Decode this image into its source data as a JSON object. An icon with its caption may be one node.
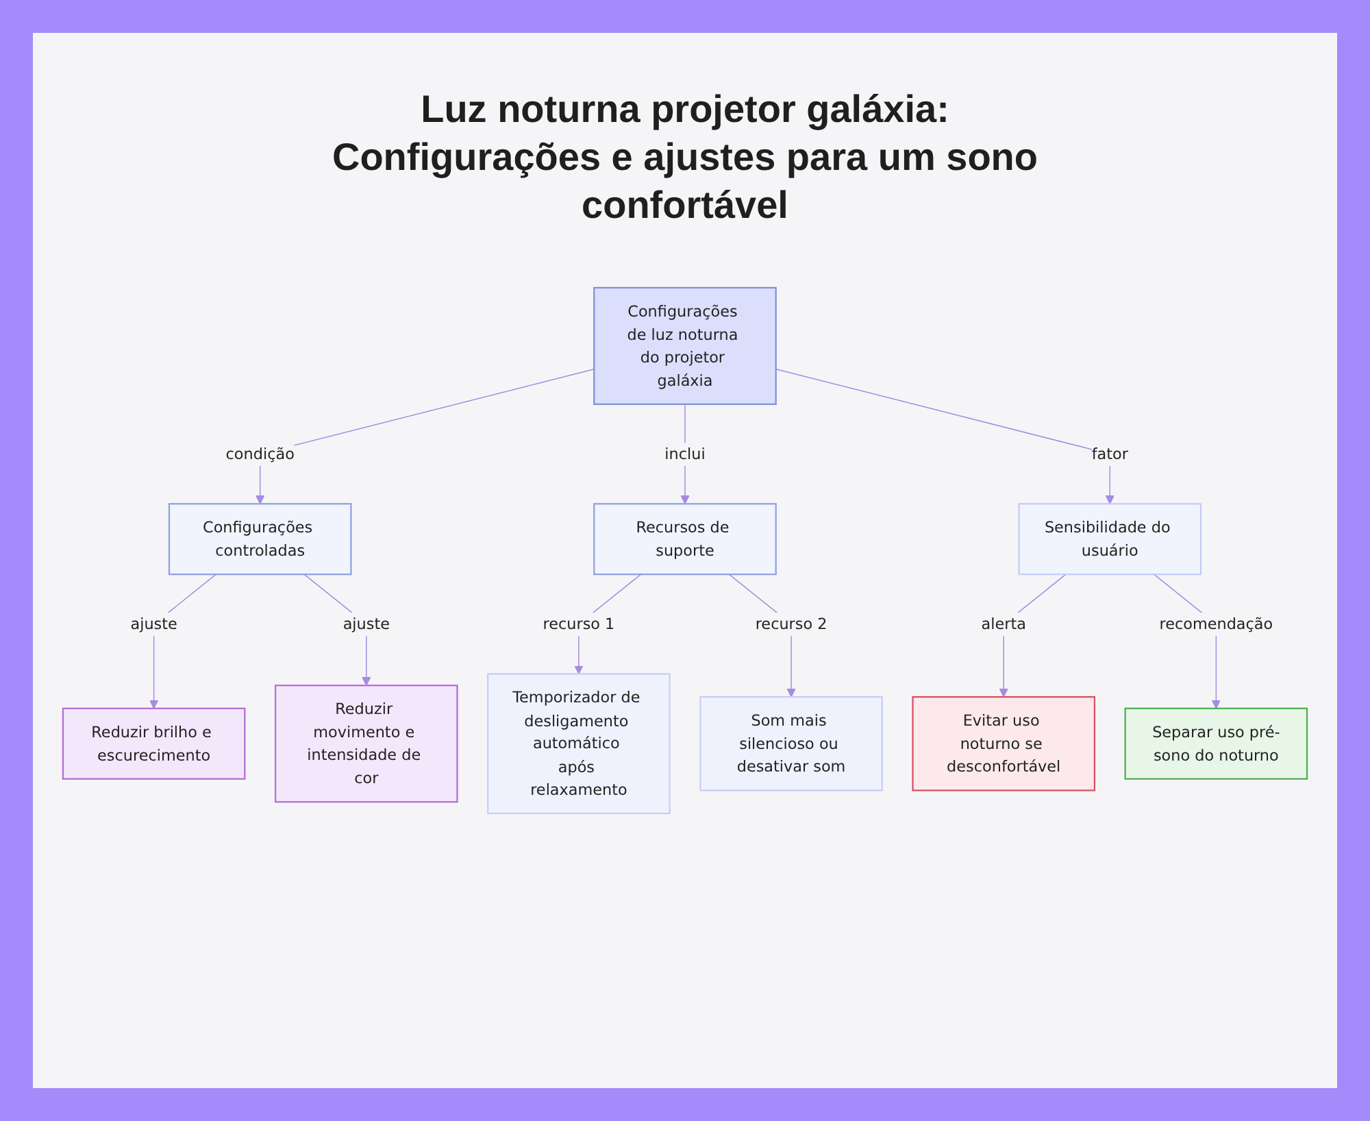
{
  "diagram": {
    "title": "Luz noturna projetor galáxia: Configurações e ajustes para um sono confortável",
    "nodes": [
      {
        "text": [
          "Configurações de luz noturna do projetor galáxia"
        ]
      },
      {
        "text": [
          "Configurações controladas"
        ]
      },
      {
        "text": [
          "Recursos de suporte"
        ]
      },
      {
        "text": [
          "Sensibilidade do usuário"
        ]
      },
      {
        "text": [
          "Reduzir brilho e escurecimento"
        ]
      },
      {
        "text": [
          "Reduzir movimento e intensidade de cor"
        ]
      },
      {
        "text": [
          "Temporizador de desligamento automático após relaxamento"
        ]
      },
      {
        "text": [
          "Som mais silencioso ou desativar som"
        ]
      },
      {
        "text": [
          "Evitar uso noturno se desconfortável"
        ]
      },
      {
        "text": [
          "Separar uso pré-sono do noturno"
        ]
      }
    ],
    "edges": [
      {
        "from": 0,
        "to": 1,
        "arrow": "to",
        "label": "condição"
      },
      {
        "from": 0,
        "to": 2,
        "arrow": "to",
        "label": "inclui"
      },
      {
        "from": 0,
        "to": 3,
        "arrow": "to",
        "label": "fator"
      },
      {
        "from": 1,
        "to": 4,
        "arrow": "to",
        "label": "ajuste"
      },
      {
        "from": 1,
        "to": 5,
        "arrow": "to",
        "label": "ajuste"
      },
      {
        "from": 2,
        "to": 6,
        "arrow": "to",
        "label": "recurso 1"
      },
      {
        "from": 2,
        "to": 7,
        "arrow": "to",
        "label": "recurso 2"
      },
      {
        "from": 3,
        "to": 8,
        "arrow": "to",
        "label": "alerta"
      },
      {
        "from": 3,
        "to": 9,
        "arrow": "to",
        "label": "recomendação"
      }
    ]
  }
}
